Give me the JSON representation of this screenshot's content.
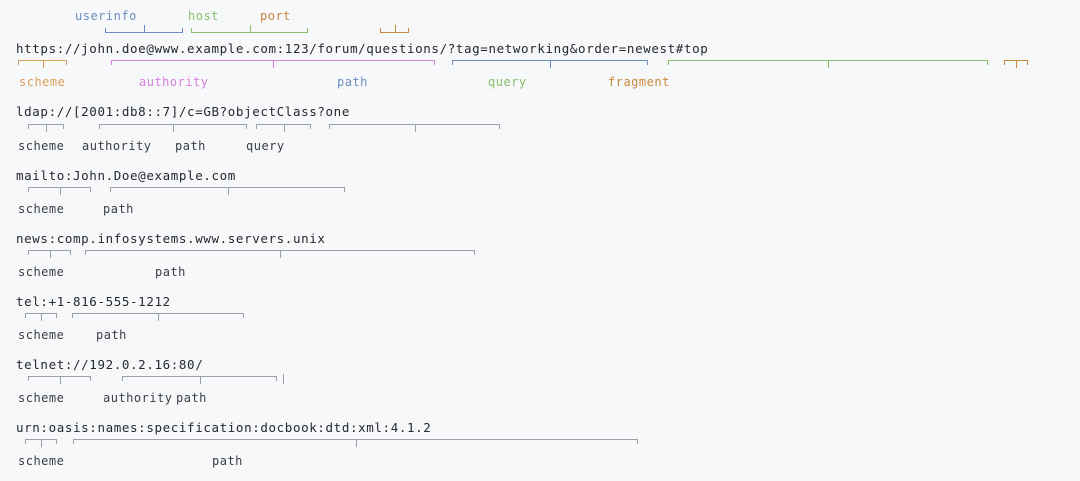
{
  "page": {
    "title": "URI syntax component diagram",
    "background": "#f7f8fa",
    "text_color": "#24292e",
    "neutral_brace_color": "#9aa0a6",
    "neutral_label_color": "#3a3f44"
  },
  "palette": {
    "scheme": "#d9a05b",
    "authority": "#d77fdd",
    "path": "#6c8ebf",
    "query": "#86c06a",
    "fragment": "#c8883c",
    "userinfo": "#6c8ebf",
    "host": "#86c06a",
    "port": "#c8883c",
    "neutral": "#9aa0a6"
  },
  "examples": [
    {
      "id": "https-example",
      "uri": "https://john.doe@www.example.com:123/forum/questions/?tag=networking&order=newest#top",
      "colored": true,
      "top_labels": [
        {
          "name": "userinfo",
          "text": "userinfo",
          "color": "#6c8ebf"
        },
        {
          "name": "host",
          "text": "host",
          "color": "#86c06a"
        },
        {
          "name": "port",
          "text": "port",
          "color": "#c8883c"
        }
      ],
      "bottom_labels": [
        {
          "name": "scheme",
          "text": "scheme",
          "color": "#d9a05b"
        },
        {
          "name": "authority",
          "text": "authority",
          "color": "#d77fdd"
        },
        {
          "name": "path",
          "text": "path",
          "color": "#6c8ebf"
        },
        {
          "name": "query",
          "text": "query",
          "color": "#86c06a"
        },
        {
          "name": "fragment",
          "text": "fragment",
          "color": "#c8883c"
        }
      ]
    },
    {
      "id": "ldap-example",
      "uri": "ldap://[2001:db8::7]/c=GB?objectClass?one",
      "colored": false,
      "top_labels": [],
      "bottom_labels": [
        {
          "name": "scheme",
          "text": "scheme",
          "color": "#3a3f44"
        },
        {
          "name": "authority",
          "text": "authority",
          "color": "#3a3f44"
        },
        {
          "name": "path",
          "text": "path",
          "color": "#3a3f44"
        },
        {
          "name": "query",
          "text": "query",
          "color": "#3a3f44"
        }
      ]
    },
    {
      "id": "mailto-example",
      "uri": "mailto:John.Doe@example.com",
      "colored": false,
      "top_labels": [],
      "bottom_labels": [
        {
          "name": "scheme",
          "text": "scheme",
          "color": "#3a3f44"
        },
        {
          "name": "path",
          "text": "path",
          "color": "#3a3f44"
        }
      ]
    },
    {
      "id": "news-example",
      "uri": "news:comp.infosystems.www.servers.unix",
      "colored": false,
      "top_labels": [],
      "bottom_labels": [
        {
          "name": "scheme",
          "text": "scheme",
          "color": "#3a3f44"
        },
        {
          "name": "path",
          "text": "path",
          "color": "#3a3f44"
        }
      ]
    },
    {
      "id": "tel-example",
      "uri": "tel:+1-816-555-1212",
      "colored": false,
      "top_labels": [],
      "bottom_labels": [
        {
          "name": "scheme",
          "text": "scheme",
          "color": "#3a3f44"
        },
        {
          "name": "path",
          "text": "path",
          "color": "#3a3f44"
        }
      ]
    },
    {
      "id": "telnet-example",
      "uri": "telnet://192.0.2.16:80/",
      "colored": false,
      "top_labels": [],
      "bottom_labels": [
        {
          "name": "scheme",
          "text": "scheme",
          "color": "#3a3f44"
        },
        {
          "name": "authority",
          "text": "authority",
          "color": "#3a3f44"
        },
        {
          "name": "path",
          "text": "path",
          "color": "#3a3f44"
        }
      ]
    },
    {
      "id": "urn-example",
      "uri": "urn:oasis:names:specification:docbook:dtd:xml:4.1.2",
      "colored": false,
      "top_labels": [],
      "bottom_labels": [
        {
          "name": "scheme",
          "text": "scheme",
          "color": "#3a3f44"
        },
        {
          "name": "path",
          "text": "path",
          "color": "#3a3f44"
        }
      ]
    }
  ]
}
